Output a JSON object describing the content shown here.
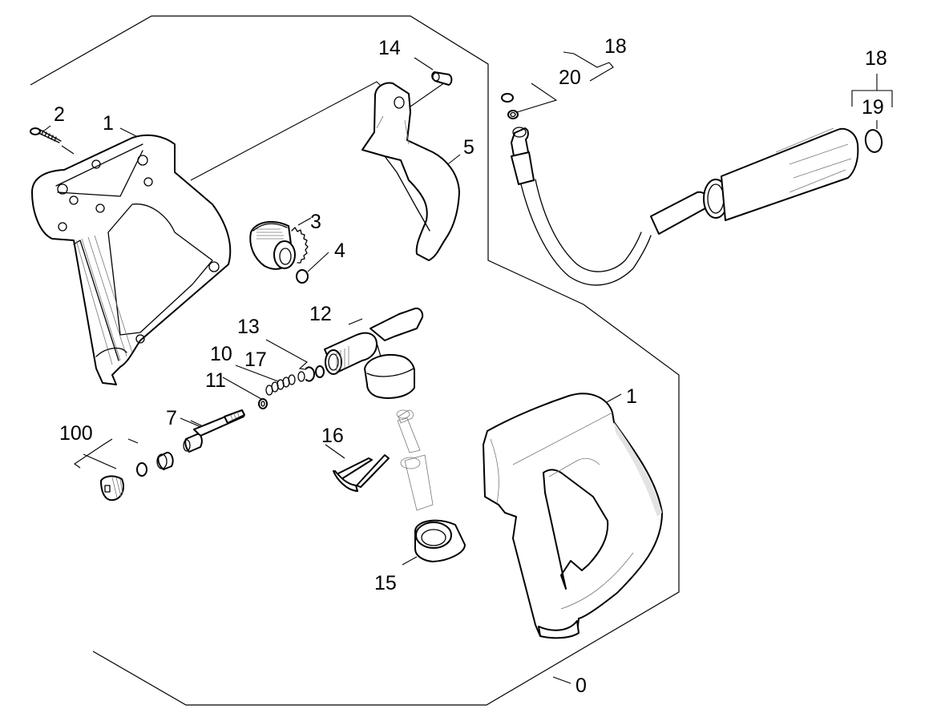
{
  "diagram": {
    "title": "Trigger gun exploded parts view",
    "colors": {
      "line": "#000000",
      "background": "#ffffff",
      "grip_highlight": "#e3e3e3"
    },
    "callouts": {
      "p0": "0",
      "p1_left": "1",
      "p1_right": "1",
      "p2": "2",
      "p3": "3",
      "p4": "4",
      "p5": "5",
      "p7": "7",
      "p10": "10",
      "p11": "11",
      "p12": "12",
      "p13": "13",
      "p14": "14",
      "p15": "15",
      "p16": "16",
      "p17": "17",
      "p18_top": "18",
      "p18_right": "18",
      "p19": "19",
      "p20": "20",
      "p100": "100"
    }
  }
}
